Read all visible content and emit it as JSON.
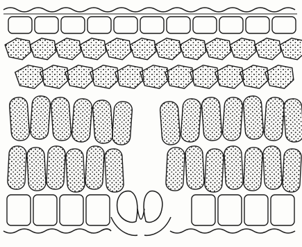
{
  "figure": {
    "subject": "leaf-cross-section-engraving",
    "style": "black line engraving on white",
    "layers": [
      "upper-epidermis",
      "palisade-mesophyll",
      "spongy-mesophyll",
      "lower-epidermis",
      "stoma-with-guard-cells",
      "substomatal-air-chamber"
    ],
    "colors": {
      "ink": "#1a1a1a",
      "paper": "#fdfdfb"
    }
  }
}
